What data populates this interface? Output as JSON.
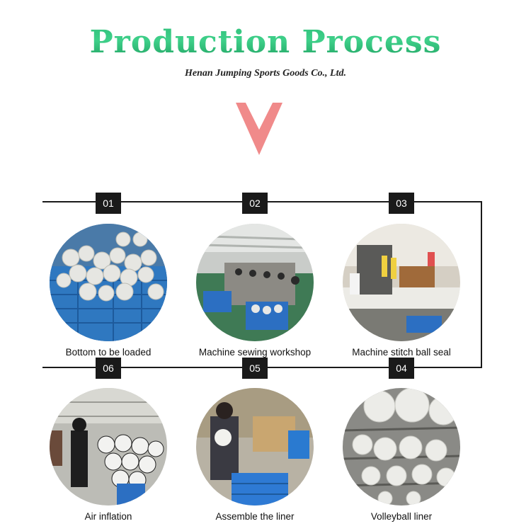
{
  "header": {
    "title": "Production Process",
    "subtitle": "Henan Jumping Sports Goods Co., Ltd."
  },
  "colors": {
    "title_green": "#2fc07a",
    "chevron_pink": "#f08a8a",
    "line": "#1a1a1a"
  },
  "steps": [
    {
      "number": "01",
      "label": "Bottom to be loaded"
    },
    {
      "number": "02",
      "label": "Machine sewing workshop"
    },
    {
      "number": "03",
      "label": "Machine stitch ball seal"
    },
    {
      "number": "04",
      "label": "Volleyball liner"
    },
    {
      "number": "05",
      "label": "Assemble the liner"
    },
    {
      "number": "06",
      "label": "Air inflation"
    }
  ]
}
